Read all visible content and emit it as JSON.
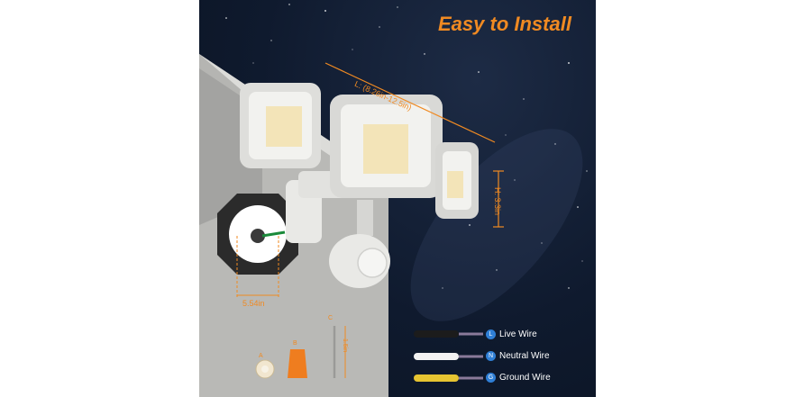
{
  "headline": "Easy to Install",
  "dimensions": {
    "length": "L: (8.26in-12.5in)",
    "height": "H: 3.3in",
    "base_width": "5.54in",
    "screw_length": "1.5in"
  },
  "parts": {
    "part_a": "A",
    "part_b": "B",
    "part_c": "C"
  },
  "wires": [
    {
      "letter": "L",
      "label": "Live Wire"
    },
    {
      "letter": "N",
      "label": "Neutral Wire"
    },
    {
      "letter": "G",
      "label": "Ground Wire"
    }
  ],
  "colors": {
    "headline": "#f08a22",
    "accent": "#f08a22",
    "wire_badge": "#2f7fd6",
    "sky": "#0f1a2e"
  }
}
